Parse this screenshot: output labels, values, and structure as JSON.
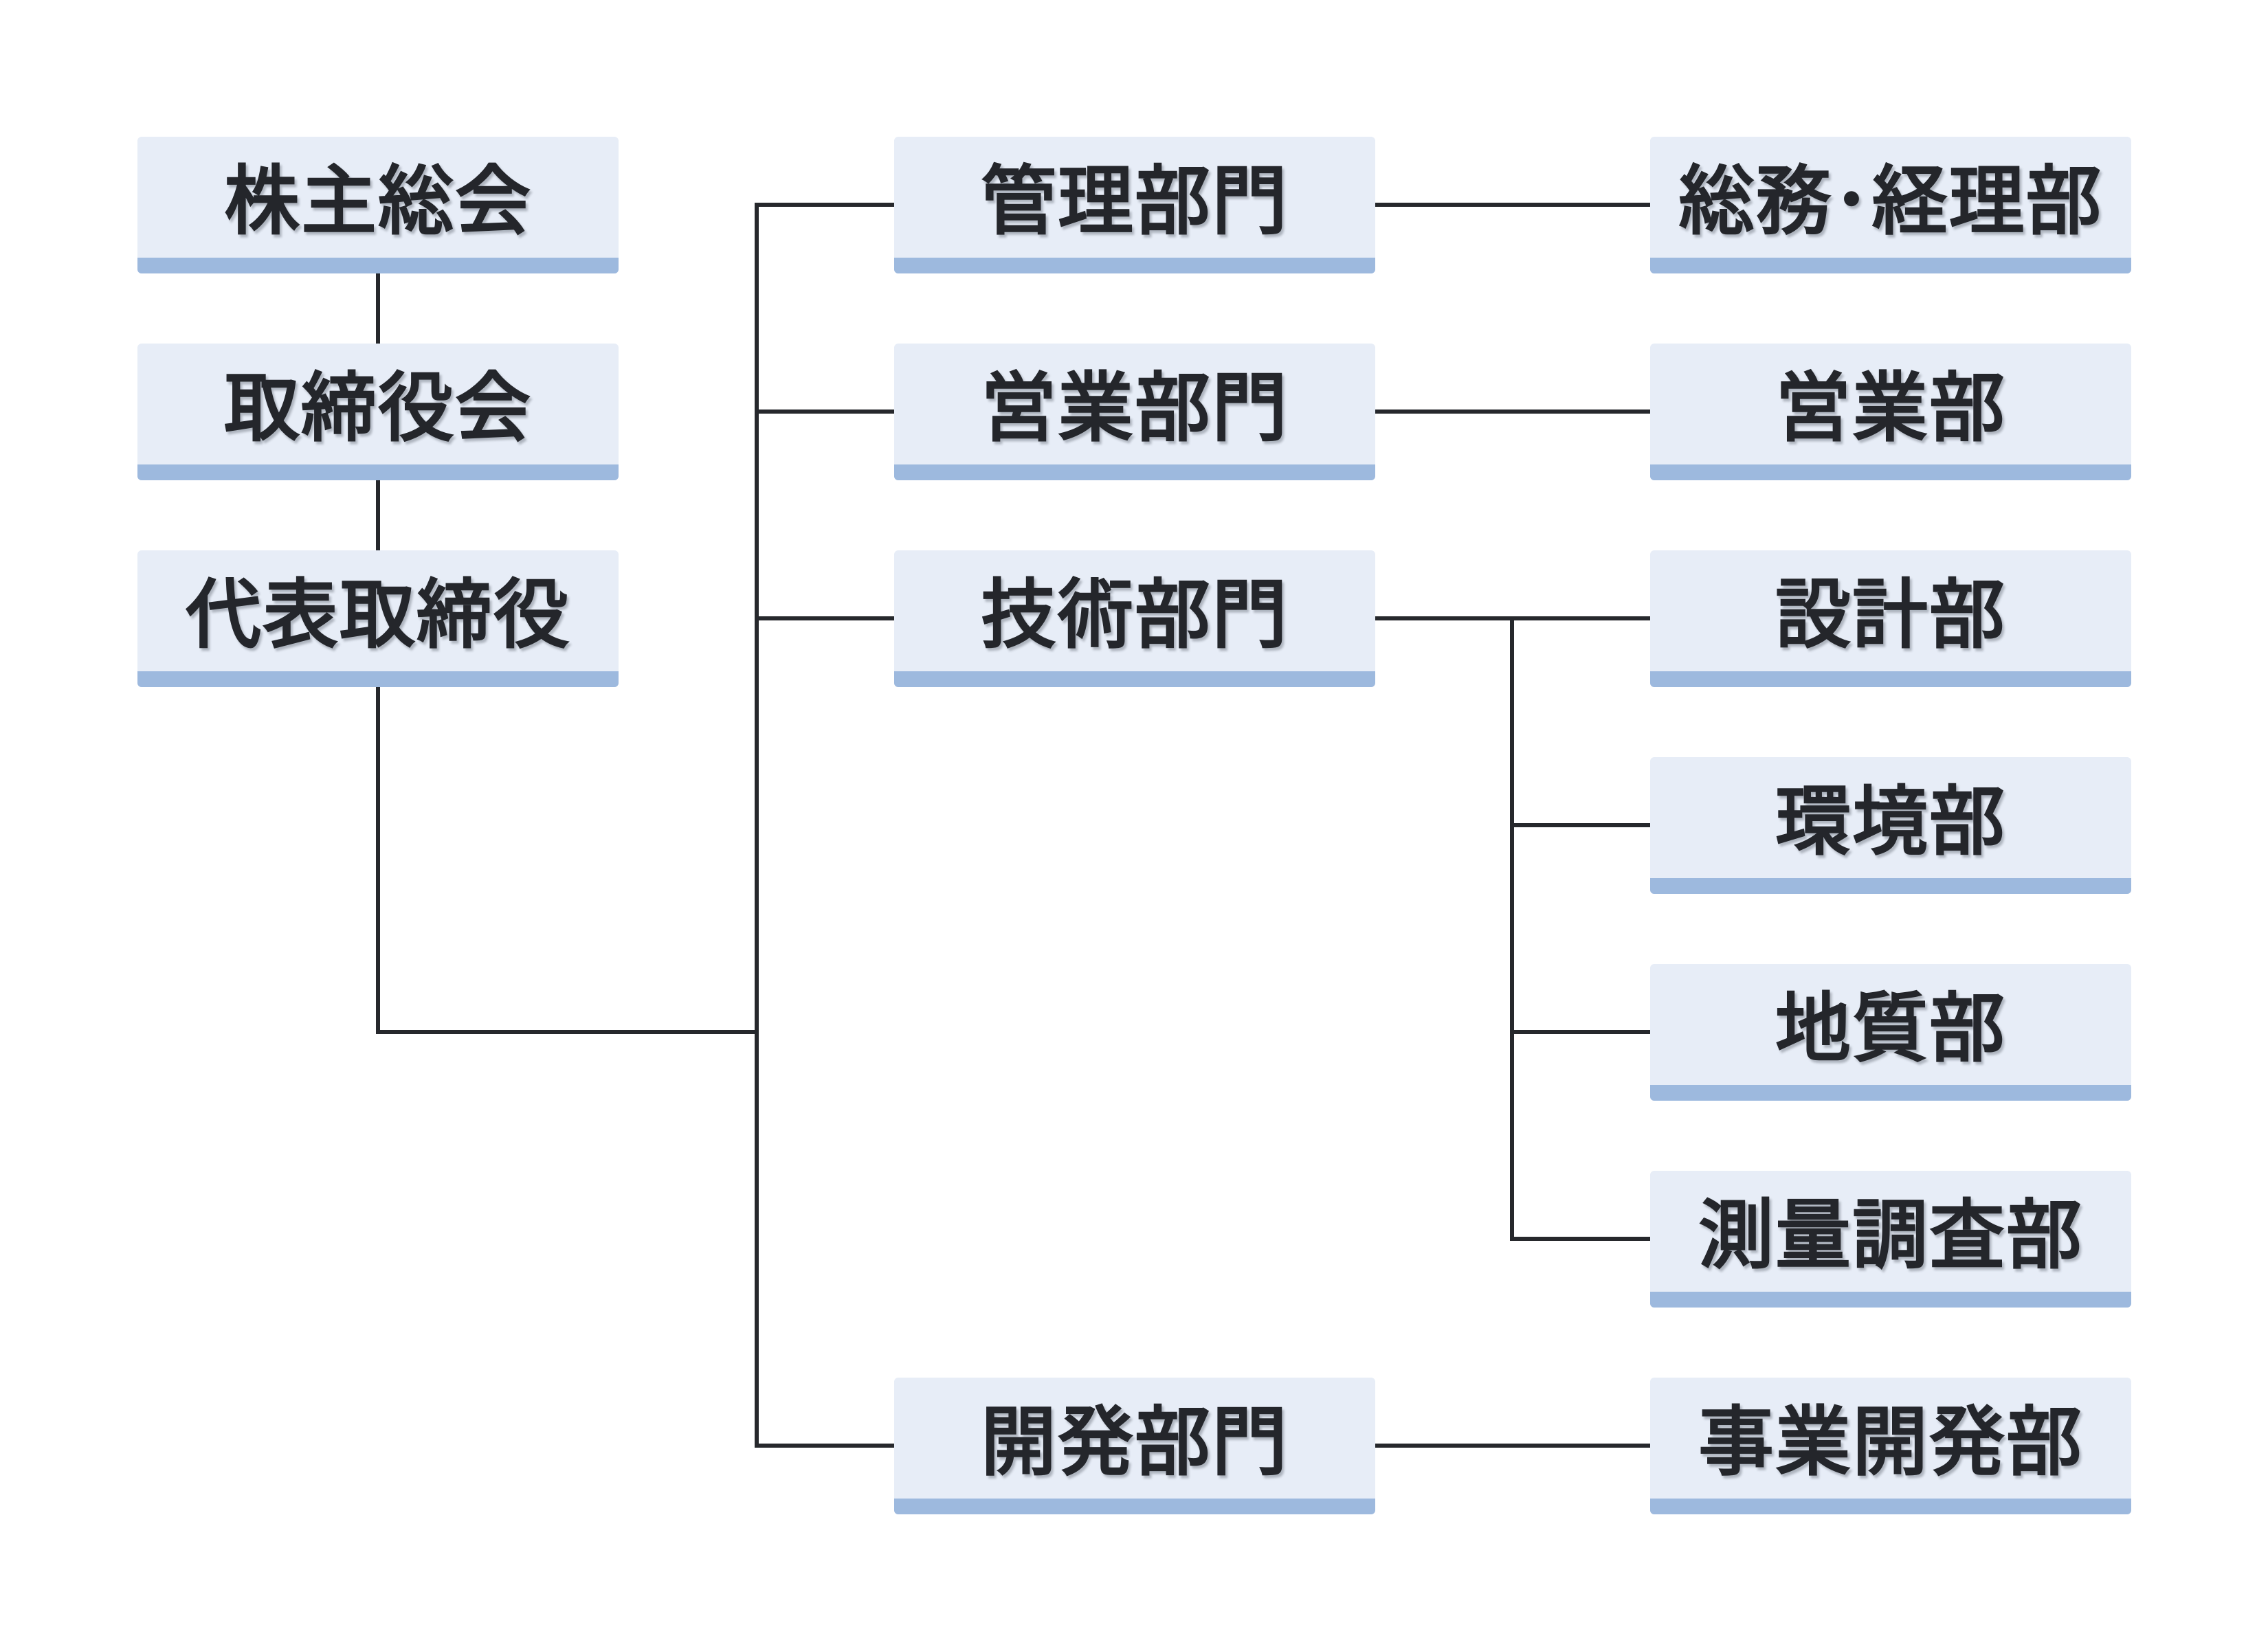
{
  "colors": {
    "background": "#ffffff",
    "box_fill": "#e7edf7",
    "box_accent_bar": "#9db9de",
    "connector": "#26282c",
    "text": "#24262b"
  },
  "chart": {
    "governance_column": {
      "items": [
        {
          "label": "株主総会"
        },
        {
          "label": "取締役会"
        },
        {
          "label": "代表取締役"
        }
      ]
    },
    "division_column": {
      "items": [
        {
          "label": "管理部門"
        },
        {
          "label": "営業部門"
        },
        {
          "label": "技術部門"
        },
        {
          "label": "開発部門"
        }
      ]
    },
    "department_column": {
      "items": [
        {
          "label": "総務･経理部"
        },
        {
          "label": "営業部"
        },
        {
          "label": "設計部"
        },
        {
          "label": "環境部"
        },
        {
          "label": "地質部"
        },
        {
          "label": "測量調査部"
        },
        {
          "label": "事業開発部"
        }
      ]
    }
  }
}
